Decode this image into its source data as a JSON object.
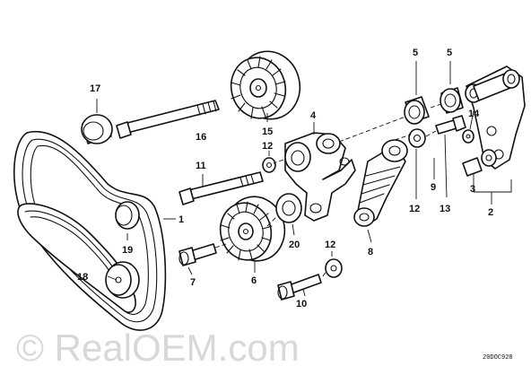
{
  "callouts": {
    "c1": "1",
    "c2": "2",
    "c3": "3",
    "c4": "4",
    "c5a": "5",
    "c5b": "5",
    "c6": "6",
    "c7": "7",
    "c8": "8",
    "c9": "9",
    "c10": "10",
    "c11": "11",
    "c12a": "12",
    "c12b": "12",
    "c12c": "12",
    "c13": "13",
    "c14": "14",
    "c15": "15",
    "c16": "16",
    "c17": "17",
    "c18": "18",
    "c19": "19",
    "c20": "20"
  },
  "watermark": "© RealOEM.com",
  "diagram_code": "20DOC928"
}
